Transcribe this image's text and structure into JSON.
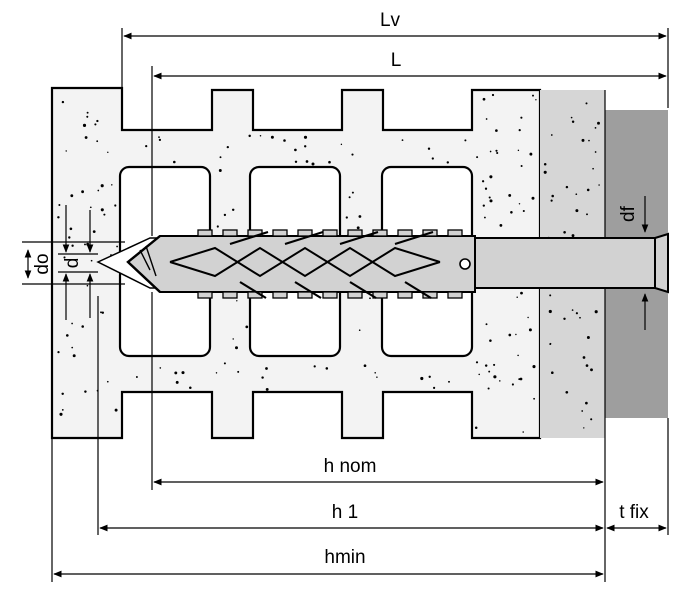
{
  "labels": {
    "lv": "Lv",
    "l": "L",
    "h_nom": "h nom",
    "h1": "h 1",
    "t_fix": "t fix",
    "hmin": "hmin",
    "do": "do",
    "d": "d",
    "df": "df"
  },
  "colors": {
    "concrete_fill": "#f3f3f3",
    "drill_zone_fill": "#d6d6d6",
    "fixture_fill": "#9e9e9e",
    "anchor_fill": "#d2d2d2",
    "line": "#000000"
  }
}
